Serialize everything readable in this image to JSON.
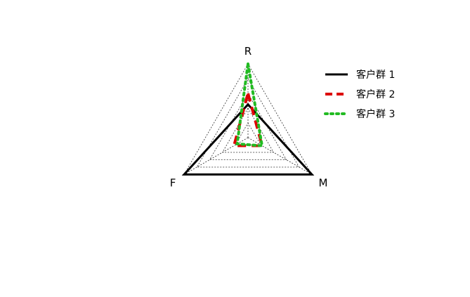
{
  "chart_data": {
    "type": "radar",
    "axes": [
      "R",
      "M",
      "F"
    ],
    "rlim": [
      0,
      1
    ],
    "grid_levels": 5,
    "grid": true,
    "legend_position": "top-right",
    "series": [
      {
        "name": "客户群 1",
        "values": {
          "R": 0.45,
          "M": 1.0,
          "F": 1.0
        },
        "color": "#000000",
        "style": "solid"
      },
      {
        "name": "客户群 2",
        "values": {
          "R": 0.6,
          "M": 0.22,
          "F": 0.22
        },
        "color": "#dd0000",
        "style": "dashed"
      },
      {
        "name": "客户群 3",
        "values": {
          "R": 1.0,
          "M": 0.22,
          "F": 0.17
        },
        "color": "#22bb22",
        "style": "dotted"
      }
    ]
  }
}
